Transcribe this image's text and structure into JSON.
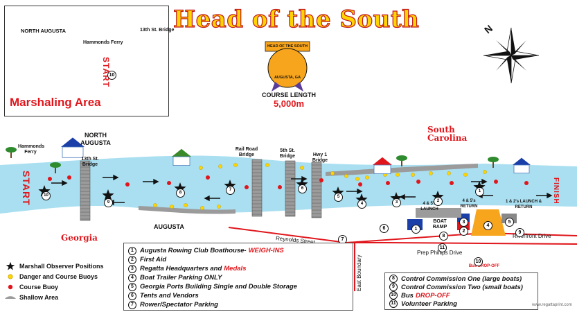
{
  "title": "Head of the South",
  "logo": {
    "text_top": "HEAD OF THE SOUTH",
    "text_bottom": "AUGUSTA, GA"
  },
  "course": {
    "label": "COURSE LENGTH",
    "value": "5,000m"
  },
  "compass": {
    "north_label": "N"
  },
  "marshaling": {
    "title": "Marshaling Area",
    "north_augusta": "NORTH AUGUSTA",
    "hammonds_ferry": "Hammonds Ferry",
    "bridge": "13th St. Bridge",
    "start": "START",
    "marker": "10"
  },
  "places": {
    "north_augusta": "NORTH AUGUSTA",
    "hammonds_ferry": "Hammonds Ferry",
    "augusta": "AUGUSTA",
    "georgia": "Georgia",
    "south_carolina": "South Carolina",
    "start": "START",
    "finish": "FINISH"
  },
  "bridges": {
    "b13": "13th St. Bridge",
    "rail": "Rail Road Bridge",
    "b5": "5th St. Bridge",
    "hwy1": "Hwy 1 Bridge"
  },
  "launch": {
    "a": "4 & 5's LAUNCH",
    "b": "4 & 5's RETURN",
    "c": "1 & 2's LAUNCH & RETURN",
    "ramp": "BOAT RAMP"
  },
  "streets": {
    "reynolds": "Reynolds Street",
    "prep": "Prep Phillips Drive",
    "east": "East Boundary",
    "riverfront": "Riverfront Drive"
  },
  "bus": "Bus DROP-OFF",
  "river_markers": [
    "10",
    "9",
    "8",
    "7",
    "6",
    "5",
    "4",
    "3",
    "2",
    "1"
  ],
  "map_numbers": {
    "n1": "1",
    "n2": "2",
    "n3": "3",
    "n4": "4",
    "n5": "5",
    "n6": "6",
    "n7": "7",
    "n8": "8",
    "n9": "9",
    "n10": "10",
    "n11": "11"
  },
  "legend_mid": [
    {
      "num": "1",
      "text": "Augusta Rowing Club Boathouse-",
      "red": "WEIGH-INS"
    },
    {
      "num": "2",
      "text": "First Aid",
      "red": ""
    },
    {
      "num": "3",
      "text": "Regatta Headquarters and",
      "red": "Medals"
    },
    {
      "num": "4",
      "text": "Boat Trailer Parking ONLY",
      "red": ""
    },
    {
      "num": "5",
      "text": "Georgia Ports Building Single and Double Storage",
      "red": ""
    },
    {
      "num": "6",
      "text": "Tents and Vendors",
      "red": ""
    },
    {
      "num": "7",
      "text": "Rower/Spectator Parking",
      "red": ""
    }
  ],
  "legend_right": [
    {
      "num": "8",
      "text": "Control Commission One (large boats)",
      "red": ""
    },
    {
      "num": "9",
      "text": "Control Commission Two (small boats)",
      "red": ""
    },
    {
      "num": "10",
      "text": "Bus",
      "red": "DROP-OFF"
    },
    {
      "num": "11",
      "text": "Volunteer Parking",
      "red": ""
    }
  ],
  "legend_key": [
    {
      "icon": "star-icon",
      "text": "Marshall Observer Positions"
    },
    {
      "icon": "yellow-dot-icon",
      "text": "Danger and Course Buoys"
    },
    {
      "icon": "red-dot-icon",
      "text": "Course Buoy"
    },
    {
      "icon": "shallow-area-icon",
      "text": "Shallow Area"
    }
  ],
  "credit": "www.regattaprint.com",
  "colors": {
    "water": "#a9dff0",
    "red": "#e0161c",
    "yellow": "#ffd400",
    "bridge": "#9b9b9b",
    "orange": "#f7a51c"
  }
}
